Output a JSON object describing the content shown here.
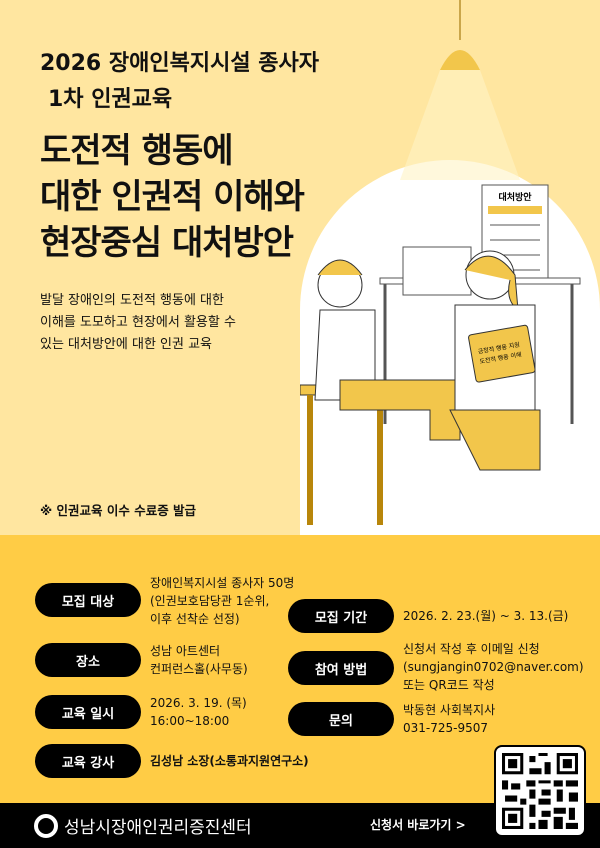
{
  "header": {
    "line1": "2026 장애인복지시설 종사자",
    "line2": "1차 인권교육"
  },
  "title": {
    "line1": "도전적 행동에",
    "line2": "대한 인권적 이해와",
    "line3": "현장중심 대처방안"
  },
  "description": {
    "line1": "발달 장애인의 도전적 행동에 대한",
    "line2": "이해를 도모하고 현장에서 활용할 수",
    "line3": "있는 대처방안에 대한 인권 교육"
  },
  "illustration": {
    "board_title": "대처방안",
    "book_line1": "긍정적 행동 지원",
    "book_line2": "도전적 행동 이해"
  },
  "note": "※ 인권교육 이수 수료증 발급",
  "details": {
    "target": {
      "label": "모집 대상",
      "lines": [
        "장애인복지시설 종사자 50명",
        "(인권보호담당관 1순위,",
        "이후 선착순 선정)"
      ]
    },
    "place": {
      "label": "장소",
      "lines": [
        "성남 아트센터",
        "컨퍼런스홀(사무동)"
      ]
    },
    "date": {
      "label": "교육 일시",
      "lines": [
        "2026. 3. 19. (목)",
        "16:00~18:00"
      ]
    },
    "lecturer": {
      "label": "교육 강사",
      "lines": [
        "김성남 소장(소통과지원연구소)"
      ]
    },
    "period": {
      "label": "모집 기간",
      "lines": [
        "2026. 2. 23.(월) ~ 3. 13.(금)"
      ]
    },
    "method": {
      "label": "참여 방법",
      "lines": [
        "신청서 작성 후 이메일 신청",
        "(sungjangin0702@naver.com)",
        " 또는 QR코드 작성"
      ]
    },
    "contact": {
      "label": "문의",
      "lines": [
        "박동현 사회복지사",
        "031-725-9507"
      ]
    }
  },
  "footer": {
    "org": "성남시장애인권리증진센터",
    "apply_link": "신청서 바로가기 >"
  },
  "colors": {
    "accent": "#ffcc45",
    "background": "#ffe6a0",
    "dark": "#000000"
  }
}
